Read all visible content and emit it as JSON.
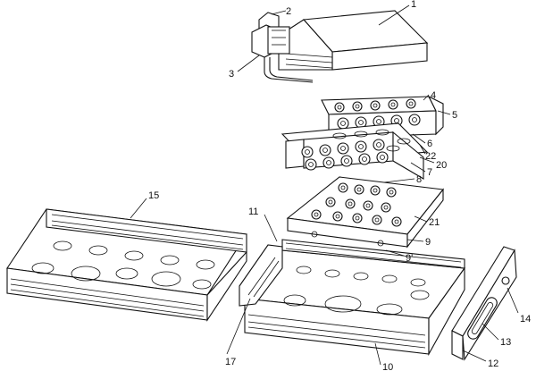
{
  "labels": {
    "l1": "1",
    "l2": "2",
    "l3": "3",
    "l4": "4",
    "l5": "5",
    "l6": "6",
    "l22": "22",
    "l20": "20",
    "l7": "7",
    "l8": "8",
    "l21": "21",
    "l9": "9",
    "l9p": "9'",
    "l15": "15",
    "l11": "11",
    "l17": "17",
    "l10": "10",
    "l14": "14",
    "l13": "13",
    "l12": "12"
  }
}
